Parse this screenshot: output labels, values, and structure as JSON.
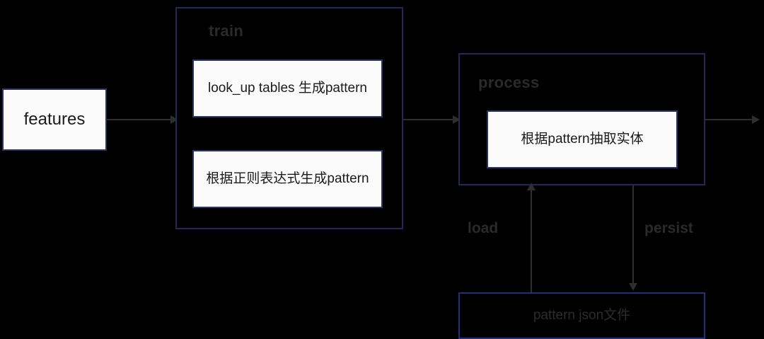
{
  "diagram": {
    "background_color": "#000000",
    "accent_border_color": "#1e2a5a",
    "line_color": "#2e2e2e",
    "nodes": {
      "features": {
        "label": "features"
      },
      "train_group": {
        "label": "train",
        "steps": [
          {
            "label": "look_up tables 生成pattern"
          },
          {
            "label": "根据正则表达式生成pattern"
          }
        ]
      },
      "process_group": {
        "label": "process",
        "steps": [
          {
            "label": "根据pattern抽取实体"
          }
        ]
      },
      "pattern_file": {
        "label": "pattern json文件"
      }
    },
    "edges": {
      "features_to_train": {
        "label": ""
      },
      "train_to_process": {
        "label": ""
      },
      "process_to_output": {
        "label": ""
      },
      "file_to_process": {
        "label": "load"
      },
      "process_to_file": {
        "label": "persist"
      }
    }
  }
}
